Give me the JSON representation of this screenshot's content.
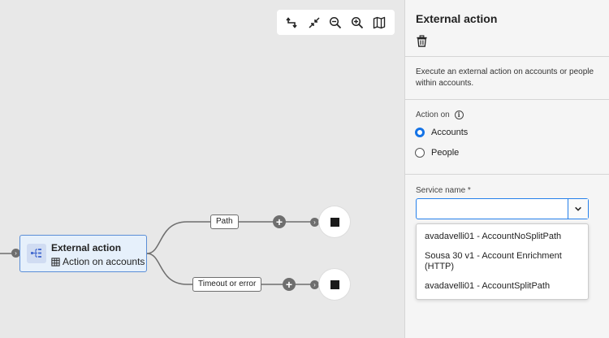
{
  "canvas": {
    "toolbar": [
      {
        "icon": "undo-arrow-icon"
      },
      {
        "icon": "fit-collapse-icon"
      },
      {
        "icon": "zoom-out-icon"
      },
      {
        "icon": "zoom-in-icon"
      },
      {
        "icon": "map-icon"
      }
    ],
    "node": {
      "title": "External action",
      "subtitle": "Action on accounts",
      "icon": "external-action-icon",
      "sub_icon": "building-icon"
    },
    "paths": [
      {
        "label": "Path"
      },
      {
        "label": "Timeout or error"
      }
    ],
    "colors": {
      "node_fill": "#e6f0fb",
      "node_border": "#5b8ed6",
      "connector": "#6e6e6e"
    }
  },
  "panel": {
    "title": "External action",
    "description": "Execute an external action on accounts or people within accounts.",
    "action_on": {
      "label": "Action on",
      "options": [
        {
          "label": "Accounts",
          "checked": true
        },
        {
          "label": "People",
          "checked": false
        }
      ]
    },
    "service": {
      "label": "Service name",
      "required_mark": "*",
      "value": "",
      "options": [
        "avadavelli01 - AccountNoSplitPath",
        "Sousa 30 v1 - Account Enrichment (HTTP)",
        "avadavelli01 - AccountSplitPath"
      ]
    },
    "colors": {
      "accent": "#1473e6"
    }
  }
}
